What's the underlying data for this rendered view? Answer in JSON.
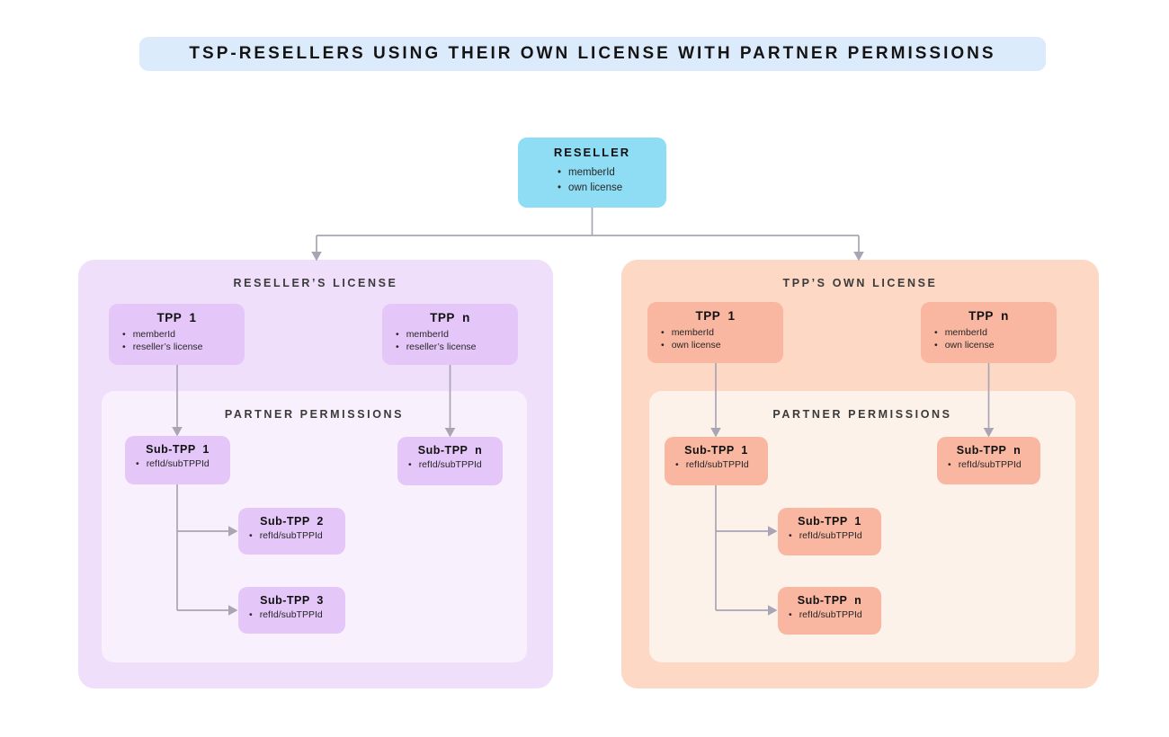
{
  "colors": {
    "banner_bg": "#dcebfb",
    "reseller_bg": "#8fddf4",
    "left_panel_bg": "#efdffb",
    "left_inner_bg": "#f8f1fd",
    "purple_node_bg": "#e4c7f8",
    "right_panel_bg": "#fcd8c5",
    "right_inner_bg": "#fdf2ea",
    "salmon_node_bg": "#f9b6a0",
    "connector": "#a9a5b5",
    "text_dark": "#1c1c1c",
    "header_text": "#3a3a3a"
  },
  "banner": {
    "title": "TSP-RESELLERS USING THEIR OWN LICENSE WITH PARTNER PERMISSIONS"
  },
  "reseller": {
    "title": "RESELLER",
    "items": [
      "memberId",
      "own license"
    ]
  },
  "left_panel": {
    "header": "RESELLER’S LICENSE",
    "tpp1": {
      "title": "TPP  1",
      "items": [
        "memberId",
        "reseller’s license"
      ]
    },
    "tppn": {
      "title": "TPP  n",
      "items": [
        "memberId",
        "reseller’s license"
      ]
    },
    "permissions": {
      "header": "PARTNER PERMISSIONS",
      "sub1": {
        "title": "Sub-TPP  1",
        "items": [
          "refId/subTPPId"
        ]
      },
      "subn": {
        "title": "Sub-TPP  n",
        "items": [
          "refId/subTPPId"
        ]
      },
      "sub2": {
        "title": "Sub-TPP  2",
        "items": [
          "refId/subTPPId"
        ]
      },
      "sub3": {
        "title": "Sub-TPP  3",
        "items": [
          "refId/subTPPId"
        ]
      }
    }
  },
  "right_panel": {
    "header": "TPP’S OWN LICENSE",
    "tpp1": {
      "title": "TPP  1",
      "items": [
        "memberId",
        "own license"
      ]
    },
    "tppn": {
      "title": "TPP  n",
      "items": [
        "memberId",
        "own license"
      ]
    },
    "permissions": {
      "header": "PARTNER PERMISSIONS",
      "sub1": {
        "title": "Sub-TPP  1",
        "items": [
          "refId/subTPPId"
        ]
      },
      "subn": {
        "title": "Sub-TPP  n",
        "items": [
          "refId/subTPPId"
        ]
      },
      "sub1b": {
        "title": "Sub-TPP  1",
        "items": [
          "refId/subTPPId"
        ]
      },
      "subnb": {
        "title": "Sub-TPP  n",
        "items": [
          "refId/subTPPId"
        ]
      }
    }
  }
}
